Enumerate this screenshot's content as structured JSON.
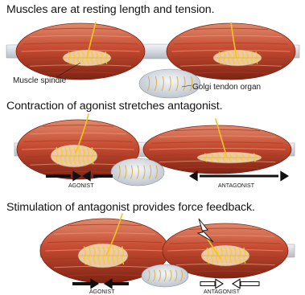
{
  "panels": [
    {
      "caption": "Muscles are at resting length and tension.",
      "labels": {
        "spindle": "Muscle spindle",
        "golgi": "Golgi tendon organ"
      }
    },
    {
      "caption": "Contraction of agonist stretches antagonist.",
      "labels": {
        "agonist": "AGONIST",
        "antagonist": "ANTAGONIST"
      }
    },
    {
      "caption": "Stimulation of antagonist provides force feedback.",
      "labels": {
        "agonist": "AGONIST",
        "antagonist": "ANTAGONIST"
      }
    }
  ],
  "colors": {
    "muscle": "#c54a30",
    "muscle_dark": "#7d2414",
    "muscle_light": "#e08a6c",
    "tendon": "#d4d8df",
    "spindle_fibers": "#f2cf2a",
    "nerve": "#f5c419",
    "golgi_disc": "#dde2ea",
    "arrow": "#111111"
  }
}
